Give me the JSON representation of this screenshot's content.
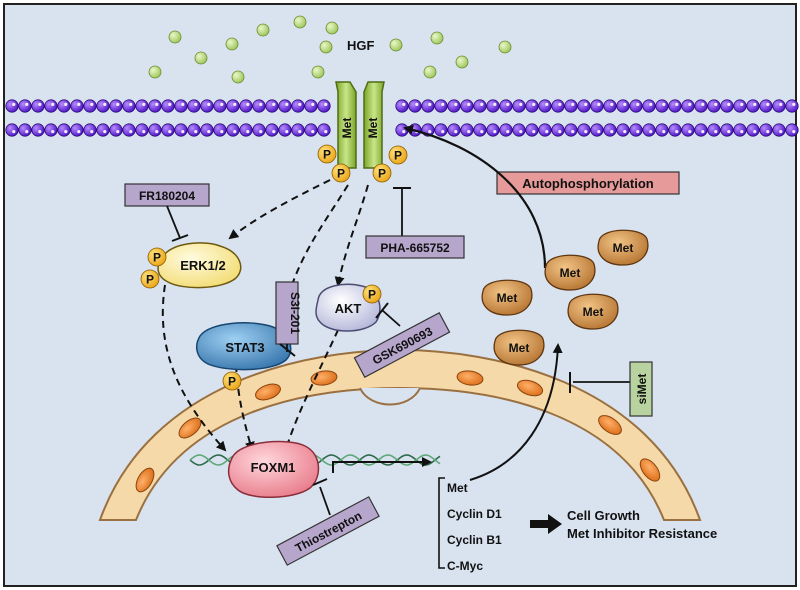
{
  "diagram": {
    "ligand_label": "HGF",
    "receptor_label": "Met",
    "phospho_label": "P",
    "nodes": {
      "erk": "ERK1/2",
      "akt": "AKT",
      "stat3": "STAT3",
      "foxm1": "FOXM1",
      "met_pool": "Met"
    },
    "inhibitors": {
      "fr180204": "FR180204",
      "pha": "PHA-665752",
      "s3i": "S3I-201",
      "gsk": "GSK690693",
      "thiostrepton": "Thiostrepton",
      "simet": "siMet"
    },
    "autophosphorylation_label": "Autophosphorylation",
    "target_genes": [
      "Met",
      "Cyclin D1",
      "Cyclin B1",
      "C-Myc"
    ],
    "outcomes": [
      "Cell Growth",
      "Met Inhibitor Resistance"
    ],
    "colors": {
      "background": "#d9e3f0",
      "membrane": "#5b1fd6",
      "receptor": "#9ec63b",
      "phospho": "#f3b51c",
      "erk": "#f7e79a",
      "akt": "#c9cbe6",
      "stat3": "#3f86c0",
      "foxm1": "#ef8f9c",
      "met_pool": "#c9873a",
      "inhibitor_box": "#b7a6cc",
      "autophos_box": "#e69a9a",
      "simet_box": "#b8d3a0",
      "nucleus": "#f6d9a8",
      "pore": "#e87a1f",
      "ligand": "#b6d97a"
    }
  }
}
